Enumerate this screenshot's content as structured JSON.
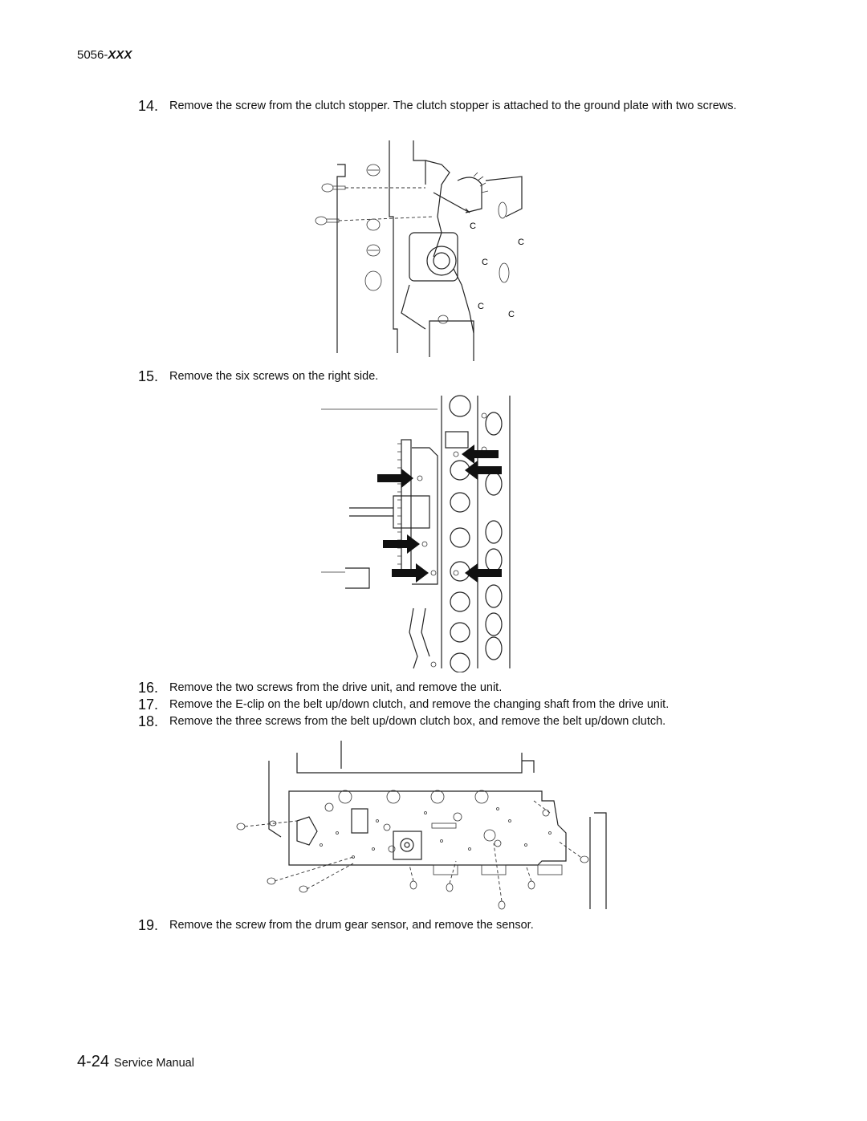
{
  "header": {
    "model_prefix": "5056-",
    "model_suffix": "XXX"
  },
  "steps": [
    {
      "num": "14.",
      "text": "Remove the screw from the clutch stopper. The clutch stopper is attached to the ground plate with two screws."
    },
    {
      "num": "15.",
      "text": "Remove the six screws on the right side."
    },
    {
      "num": "16.",
      "text": "Remove the two screws from the drive unit, and remove the unit."
    },
    {
      "num": "17.",
      "text": "Remove the E-clip on the belt up/down clutch, and remove the changing shaft from the drive unit."
    },
    {
      "num": "18.",
      "text": "Remove the three screws from the belt up/down clutch box, and remove the belt up/down clutch."
    },
    {
      "num": "19.",
      "text": "Remove the screw from the drum gear sensor, and remove the sensor."
    }
  ],
  "footer": {
    "page_number": "4-24",
    "title": "Service Manual"
  }
}
